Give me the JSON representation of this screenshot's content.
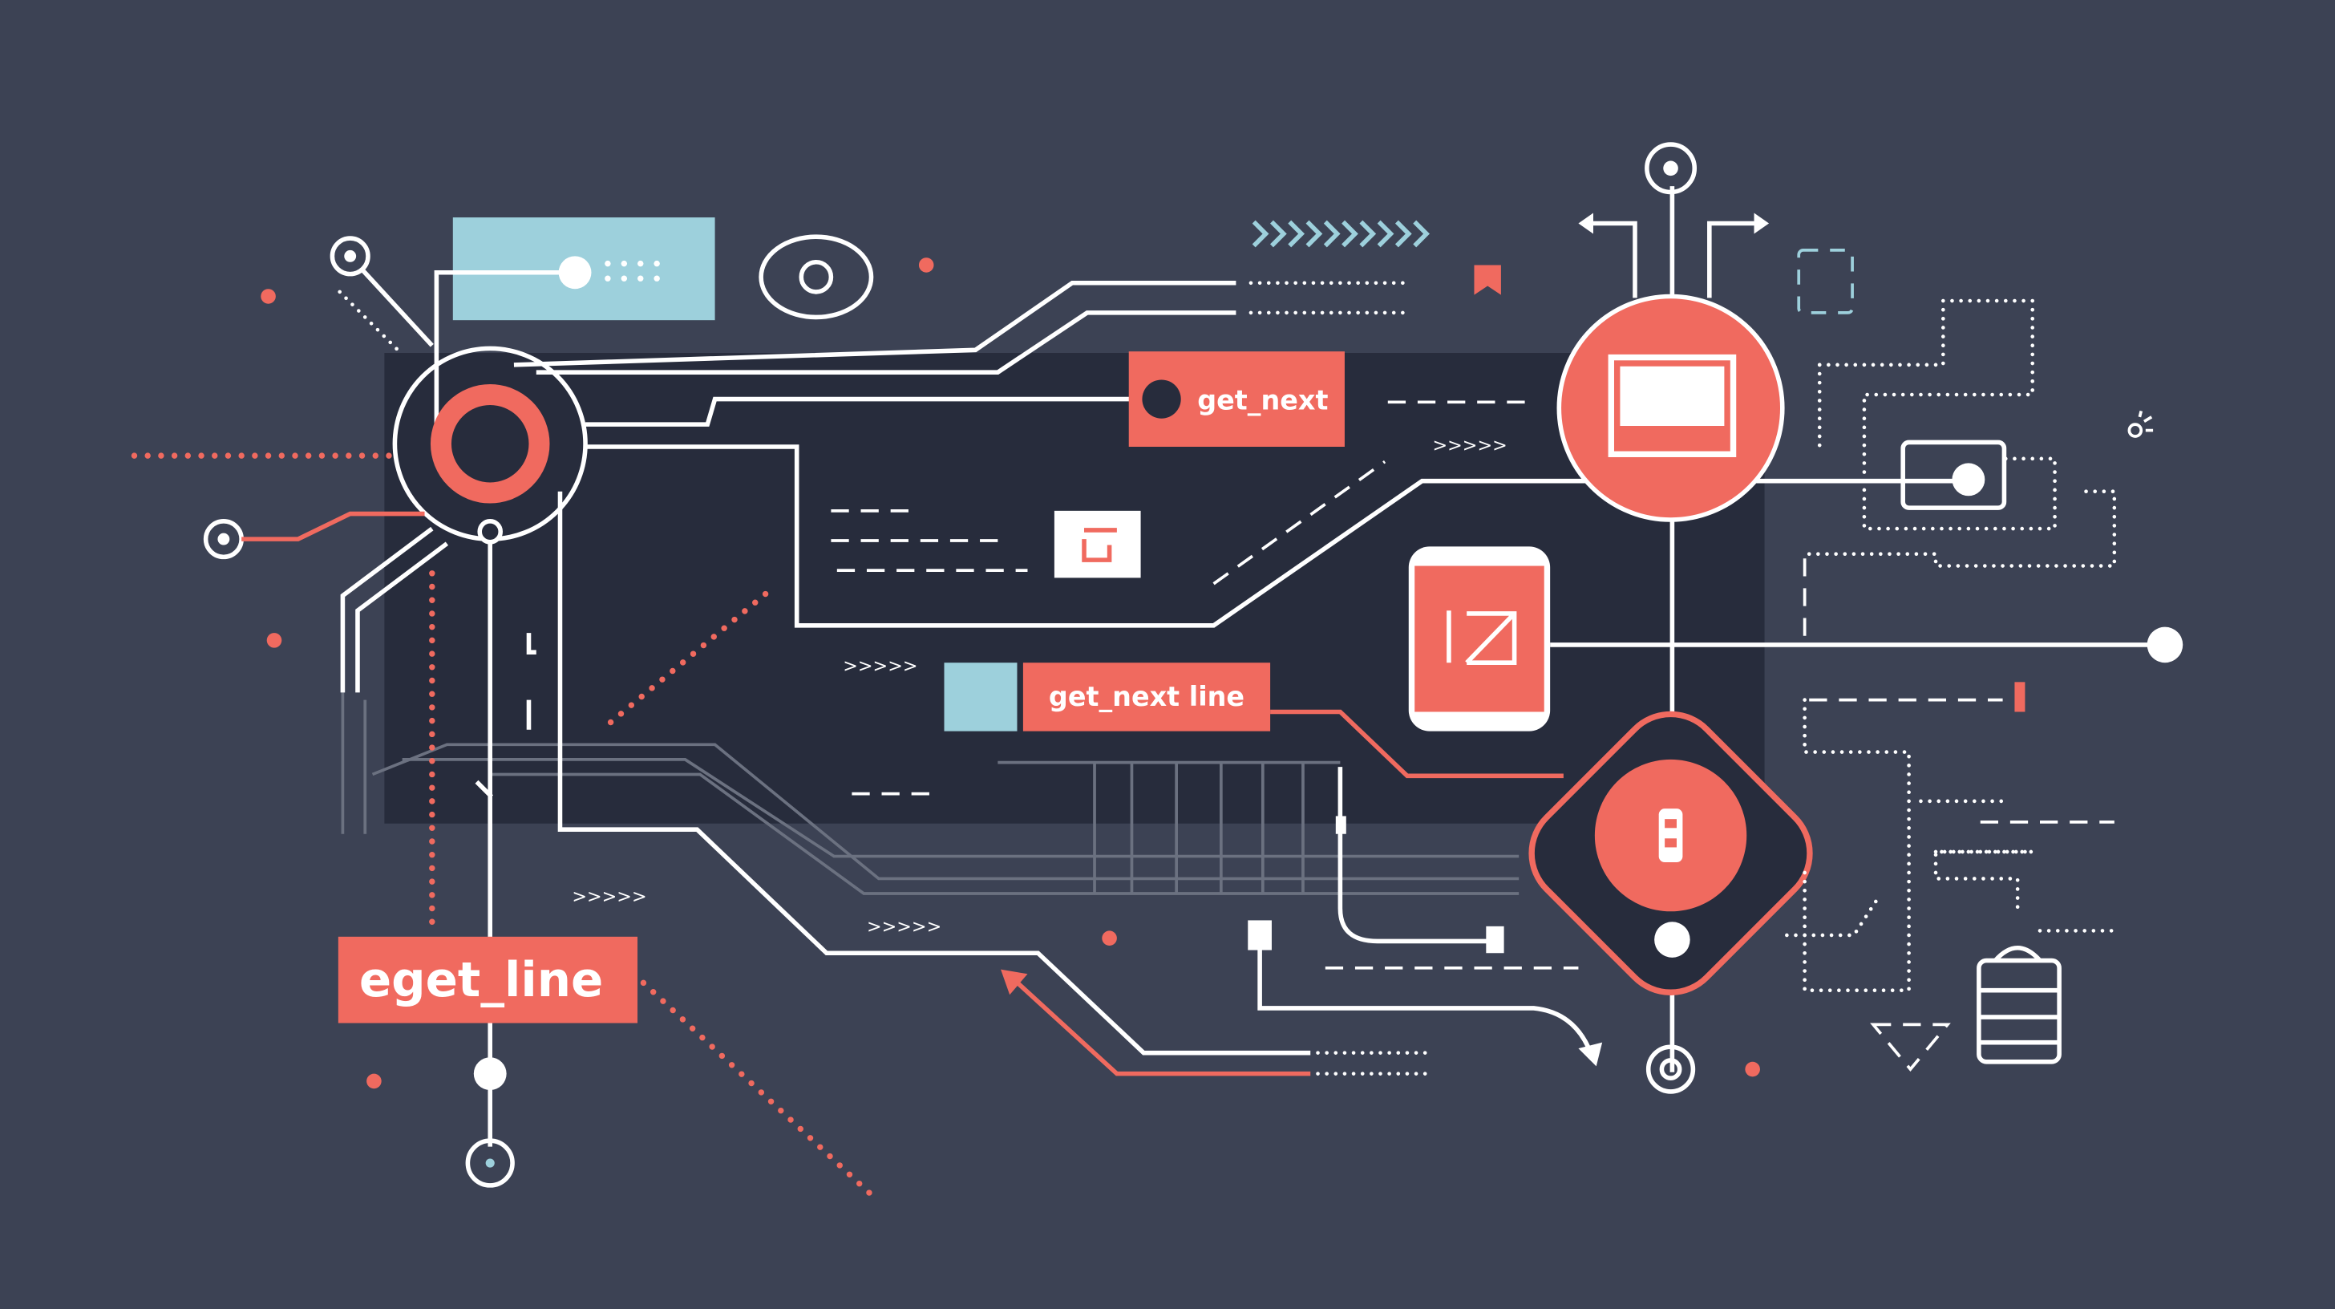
{
  "labels": {
    "get_next": "get_next",
    "get_next_line": "get_next line",
    "eget_line": "eget_line"
  },
  "arrow_marks": ">>>>>",
  "colors": {
    "background": "#3c4254",
    "panel": "#272c3c",
    "accent": "#f06a5f",
    "light_blue": "#9dd0dc",
    "line": "#ffffff"
  }
}
